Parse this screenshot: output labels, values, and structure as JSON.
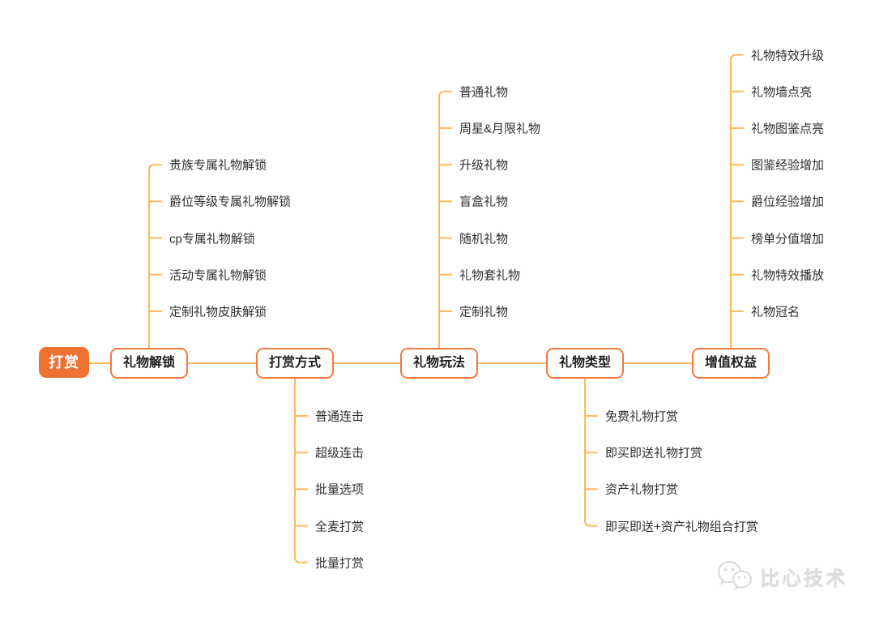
{
  "diagram": {
    "root": {
      "label": "打赏"
    },
    "branches": [
      {
        "label": "礼物解锁",
        "side": "up",
        "children": [
          "贵族专属礼物解锁",
          "爵位等级专属礼物解锁",
          "cp专属礼物解锁",
          "活动专属礼物解锁",
          "定制礼物皮肤解锁"
        ]
      },
      {
        "label": "打赏方式",
        "side": "down",
        "children": [
          "普通连击",
          "超级连击",
          "批量选项",
          "全麦打赏",
          "批量打赏"
        ]
      },
      {
        "label": "礼物玩法",
        "side": "up",
        "children": [
          "普通礼物",
          "周星&月限礼物",
          "升级礼物",
          "盲盒礼物",
          "随机礼物",
          "礼物套礼物",
          "定制礼物"
        ]
      },
      {
        "label": "礼物类型",
        "side": "down",
        "children": [
          "免费礼物打赏",
          "即买即送礼物打赏",
          "资产礼物打赏",
          "即买即送+资产礼物组合打赏"
        ]
      },
      {
        "label": "增值权益",
        "side": "up",
        "children": [
          "礼物特效升级",
          "礼物墙点亮",
          "礼物图鉴点亮",
          "图鉴经验增加",
          "爵位经验增加",
          "榜单分值增加",
          "礼物特效播放",
          "礼物冠名"
        ]
      }
    ]
  },
  "colors": {
    "root_fill": "#EE7231",
    "node_border": "#F27A3C",
    "line": "#FFB85C",
    "node_text": "#1F1F1F",
    "leaf_text": "#2F2F2F",
    "watermark": "#DCDCDC"
  },
  "watermark": {
    "text": "比心技术",
    "icon": "chat-bubbles-icon"
  }
}
